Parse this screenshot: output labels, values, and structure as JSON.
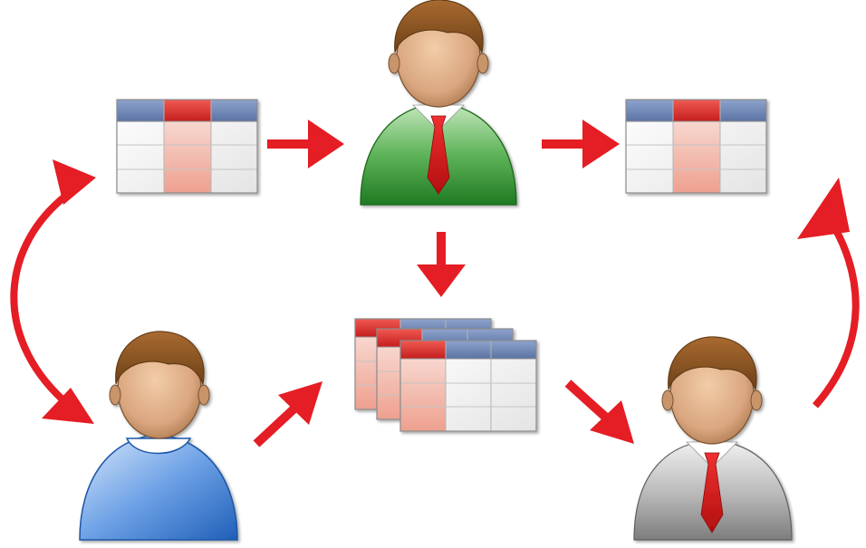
{
  "diagram": {
    "nodes": [
      {
        "id": "table-left",
        "kind": "table",
        "icon": "spreadsheet-icon"
      },
      {
        "id": "manager-green",
        "kind": "person",
        "icon": "user-suit-icon",
        "color": "#2e8b2e"
      },
      {
        "id": "table-right",
        "kind": "table",
        "icon": "spreadsheet-icon"
      },
      {
        "id": "table-stack",
        "kind": "table-stack",
        "icon": "stacked-spreadsheets-icon"
      },
      {
        "id": "user-blue",
        "kind": "person",
        "icon": "user-icon",
        "color": "#2f74c8"
      },
      {
        "id": "manager-gray",
        "kind": "person",
        "icon": "user-suit-icon",
        "color": "#9a9a9a"
      }
    ],
    "edges": [
      {
        "from": "table-left",
        "to": "manager-green",
        "style": "straight"
      },
      {
        "from": "manager-green",
        "to": "table-right",
        "style": "straight"
      },
      {
        "from": "manager-green",
        "to": "table-stack",
        "style": "straight"
      },
      {
        "from": "user-blue",
        "to": "table-stack",
        "style": "straight"
      },
      {
        "from": "table-stack",
        "to": "manager-gray",
        "style": "straight"
      },
      {
        "from": "user-blue",
        "to": "table-left",
        "style": "curved-bidirectional"
      },
      {
        "from": "manager-gray",
        "to": "table-right",
        "style": "curved"
      }
    ],
    "colors": {
      "arrow": "#e51d24",
      "table_header": "#6f86b4",
      "table_highlight": "#e23a36",
      "skin": "#d6a37c",
      "hair": "#8a5423"
    }
  }
}
